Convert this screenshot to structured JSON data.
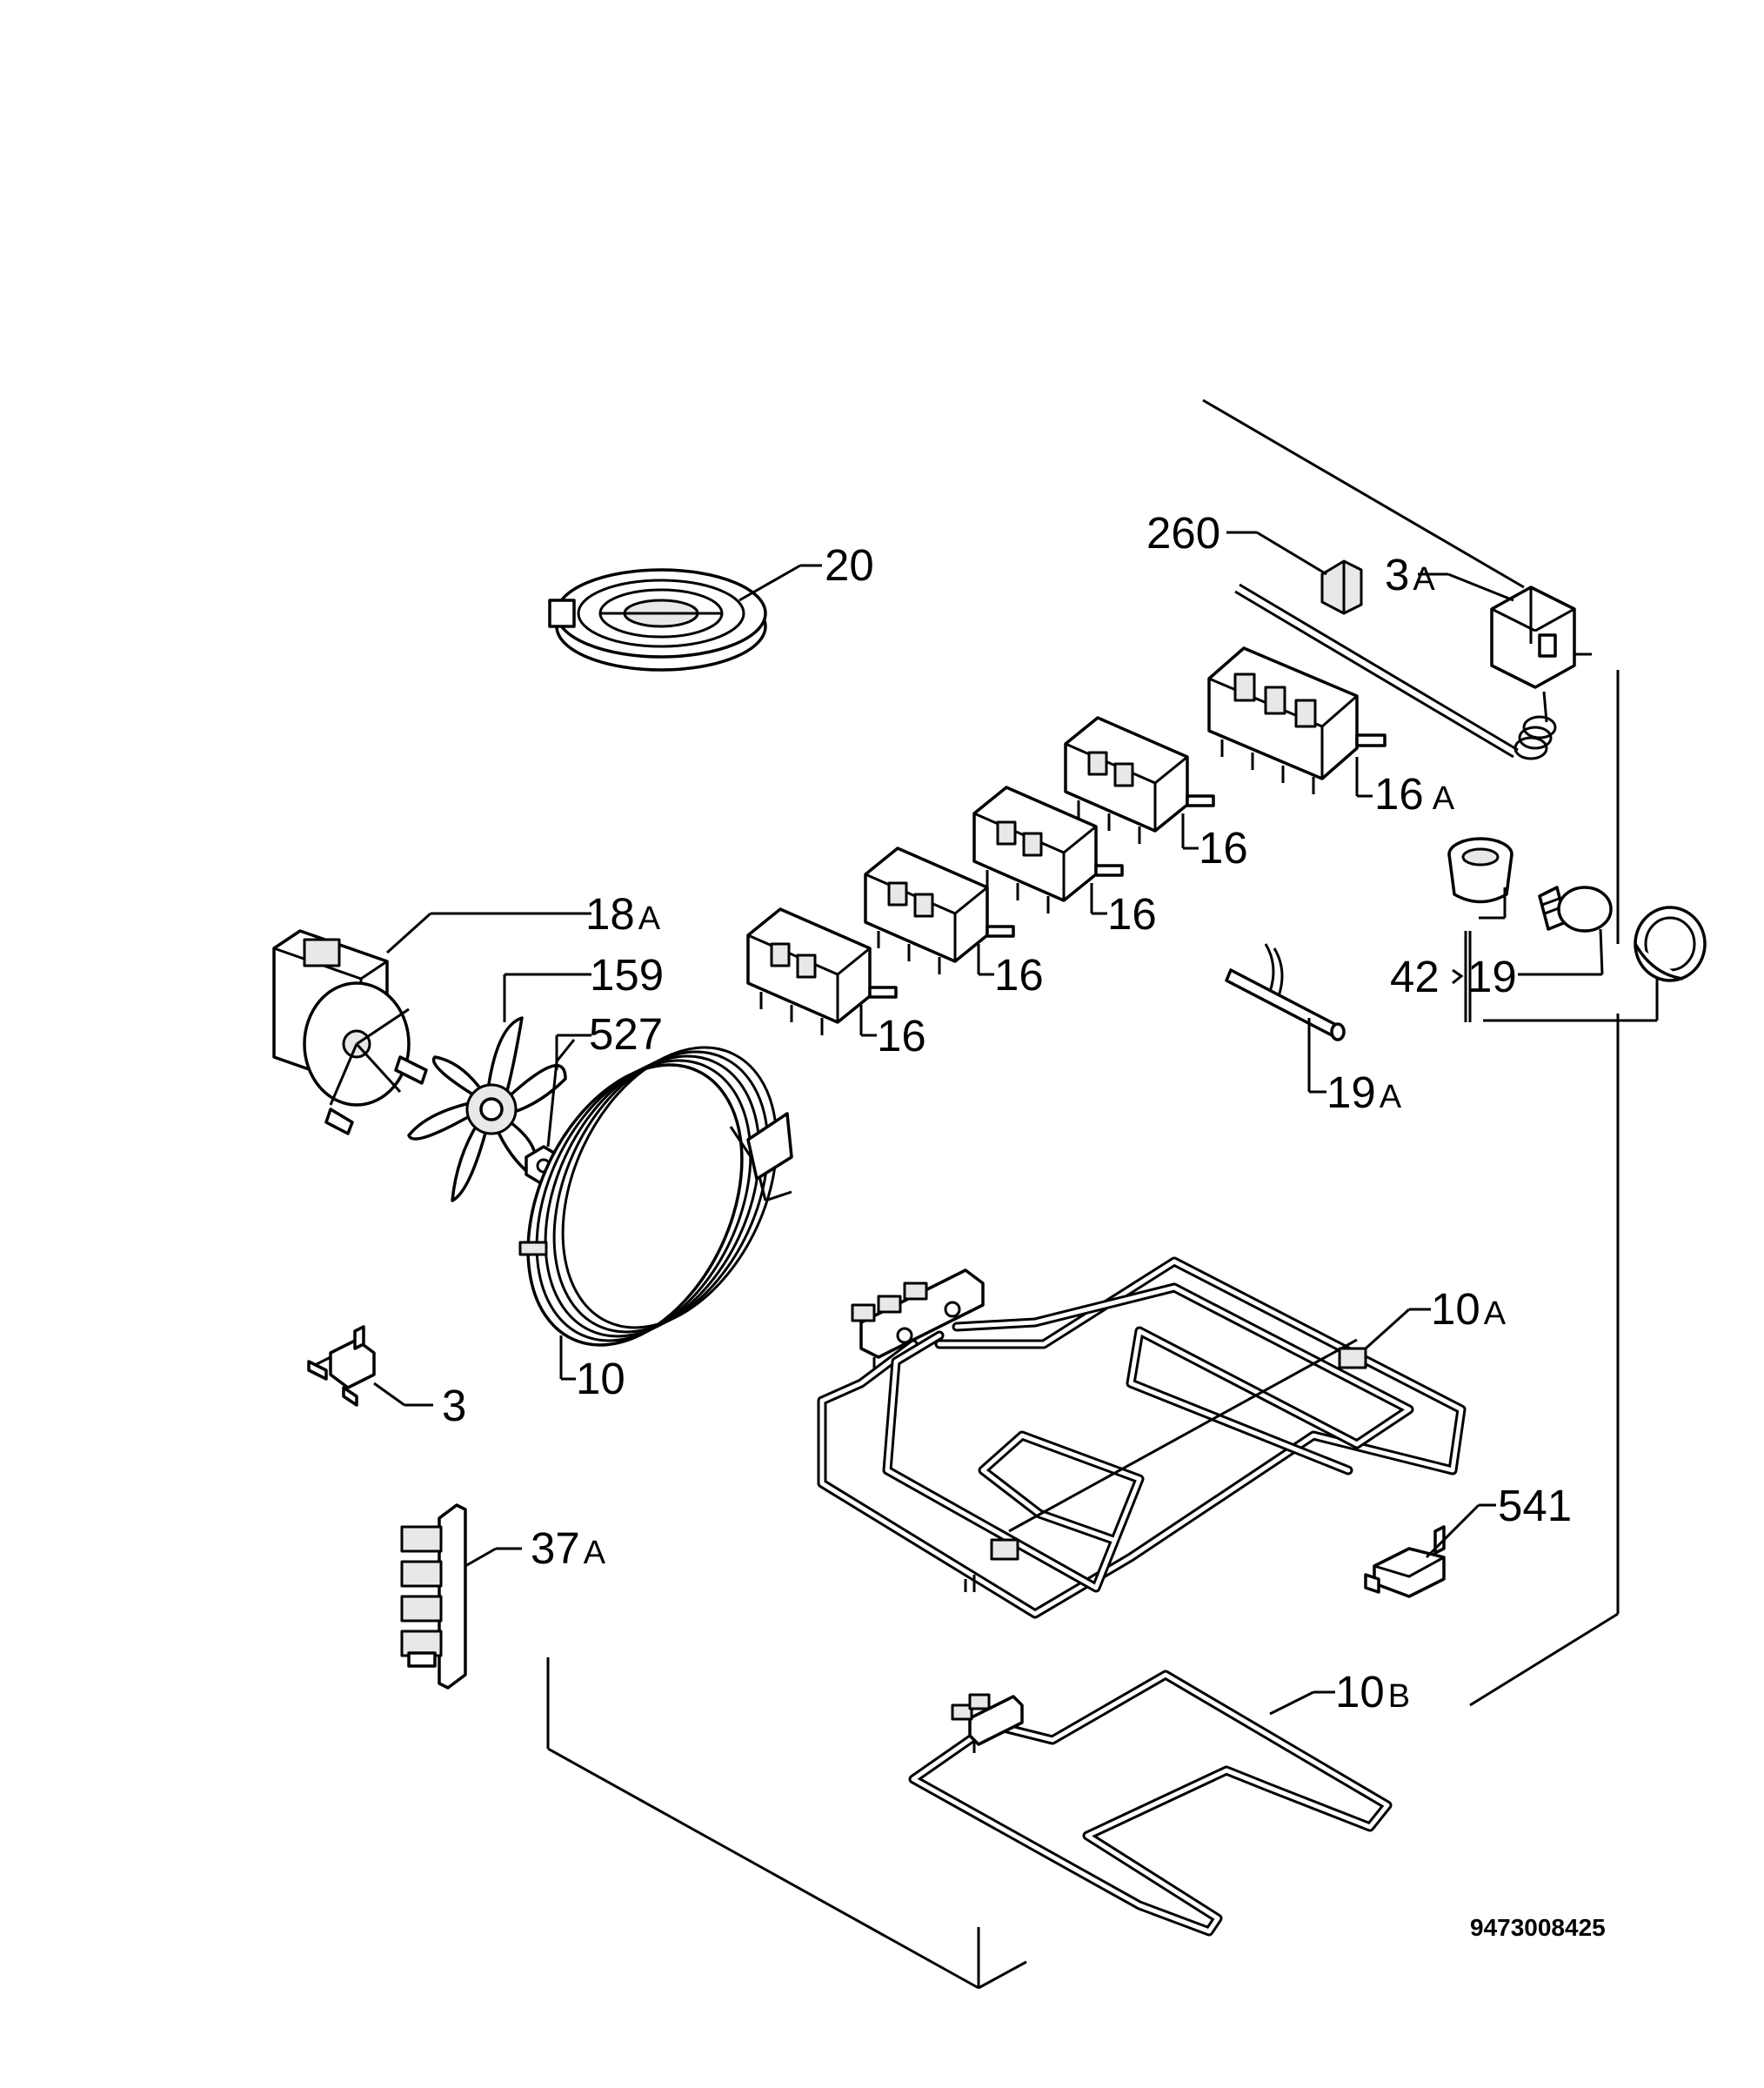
{
  "diagram": {
    "labels": {
      "l20": "20",
      "l260": "260",
      "l3a": "3",
      "l3a_suffix": "A",
      "l16a": "16",
      "l16a_suffix": "A",
      "l16_1": "16",
      "l16_2": "16",
      "l16_3": "16",
      "l16_4": "16",
      "l18a": "18",
      "l18a_suffix": "A",
      "l159": "159",
      "l527": "527",
      "l42": "42",
      "l19": "19",
      "l19a": "19",
      "l19a_suffix": "A",
      "l10": "10",
      "l10a": "10",
      "l10a_suffix": "A",
      "l3": "3",
      "l37a": "37",
      "l37a_suffix": "A",
      "l541": "541",
      "l10b": "10",
      "l10b_suffix": "B"
    },
    "drawing_code": "9473008425"
  }
}
